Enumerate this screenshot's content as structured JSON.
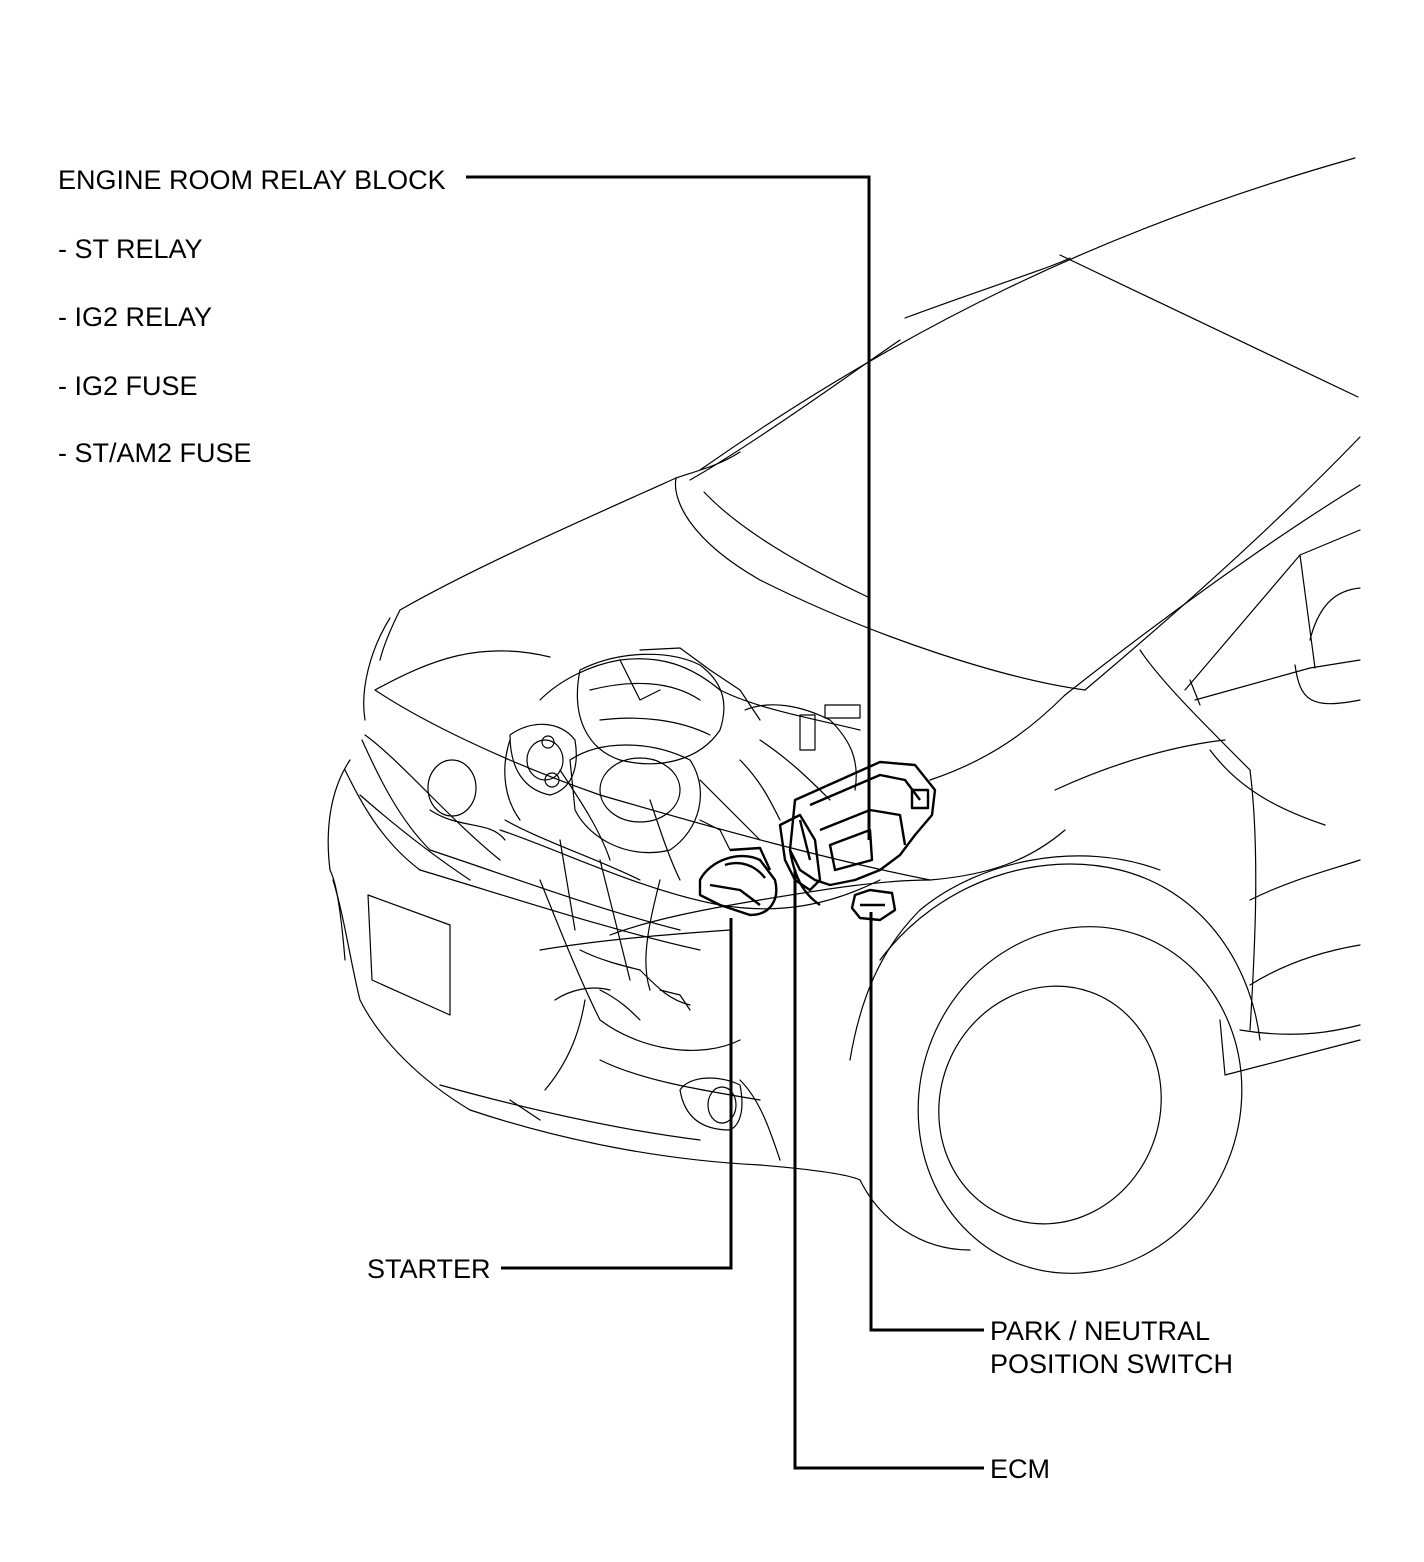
{
  "labels": {
    "relay_block_title": "ENGINE ROOM RELAY BLOCK",
    "relay_block_items": [
      "- ST RELAY",
      "- IG2 RELAY",
      "- IG2 FUSE",
      "- ST/AM2 FUSE"
    ],
    "starter": "STARTER",
    "park_neutral_line1": "PARK / NEUTRAL",
    "park_neutral_line2": "POSITION SWITCH",
    "ecm": "ECM"
  }
}
